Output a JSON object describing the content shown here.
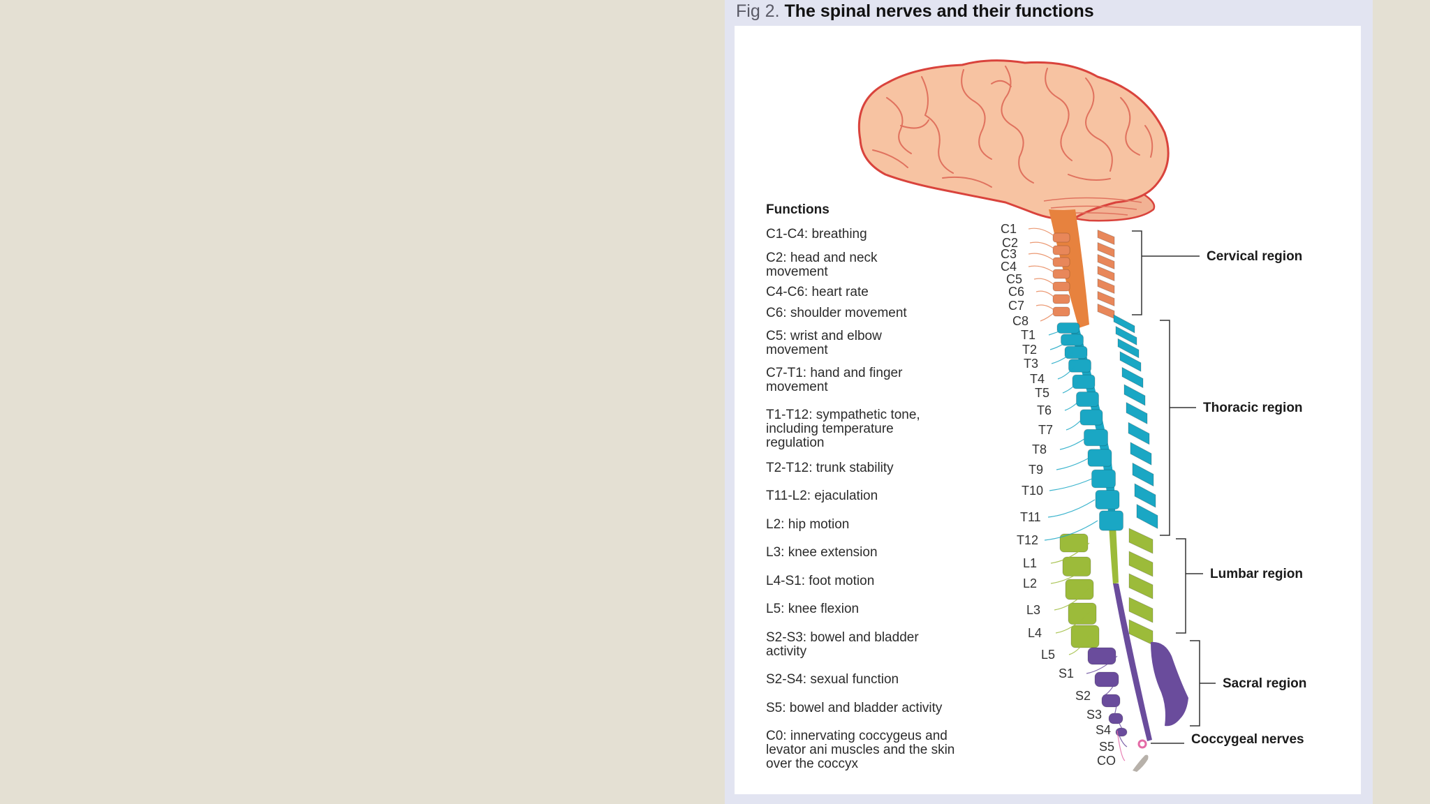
{
  "caption": {
    "label": "Fig 2.",
    "title": "The spinal nerves and their functions"
  },
  "functions": {
    "heading": "Functions",
    "items": [
      "C1-C4: breathing",
      "C2: head and neck\nmovement",
      "C4-C6: heart rate",
      "C6: shoulder movement",
      "C5: wrist and elbow\nmovement",
      "C7-T1: hand and finger\nmovement",
      "T1-T12: sympathetic tone,\nincluding temperature\nregulation",
      "T2-T12: trunk stability",
      "T11-L2: ejaculation",
      "L2: hip motion",
      "L3: knee extension",
      "L4-S1: foot motion",
      "L5: knee flexion",
      "S2-S3: bowel and bladder\nactivity",
      "S2-S4: sexual function",
      "S5: bowel and bladder activity",
      "C0: innervating coccygeus and\nlevator ani muscles and the skin\nover the coccyx"
    ]
  },
  "levels": [
    "C1",
    "C2",
    "C3",
    "C4",
    "C5",
    "C6",
    "C7",
    "C8",
    "T1",
    "T2",
    "T3",
    "T4",
    "T5",
    "T6",
    "T7",
    "T8",
    "T9",
    "T10",
    "T11",
    "T12",
    "L1",
    "L2",
    "L3",
    "L4",
    "L5",
    "S1",
    "S2",
    "S3",
    "S4",
    "S5",
    "CO"
  ],
  "regions": [
    {
      "name": "Cervical region",
      "color": "#e8875a"
    },
    {
      "name": "Thoracic region",
      "color": "#1aa7c4"
    },
    {
      "name": "Lumbar region",
      "color": "#9cbb3a"
    },
    {
      "name": "Sacral region",
      "color": "#6a4c9c"
    },
    {
      "name": "Coccygeal nerves",
      "color": "#e46aa6"
    }
  ],
  "colors": {
    "brain": "#f7c3a2",
    "brain_outline": "#d9433c",
    "cord": "#e7823e"
  }
}
